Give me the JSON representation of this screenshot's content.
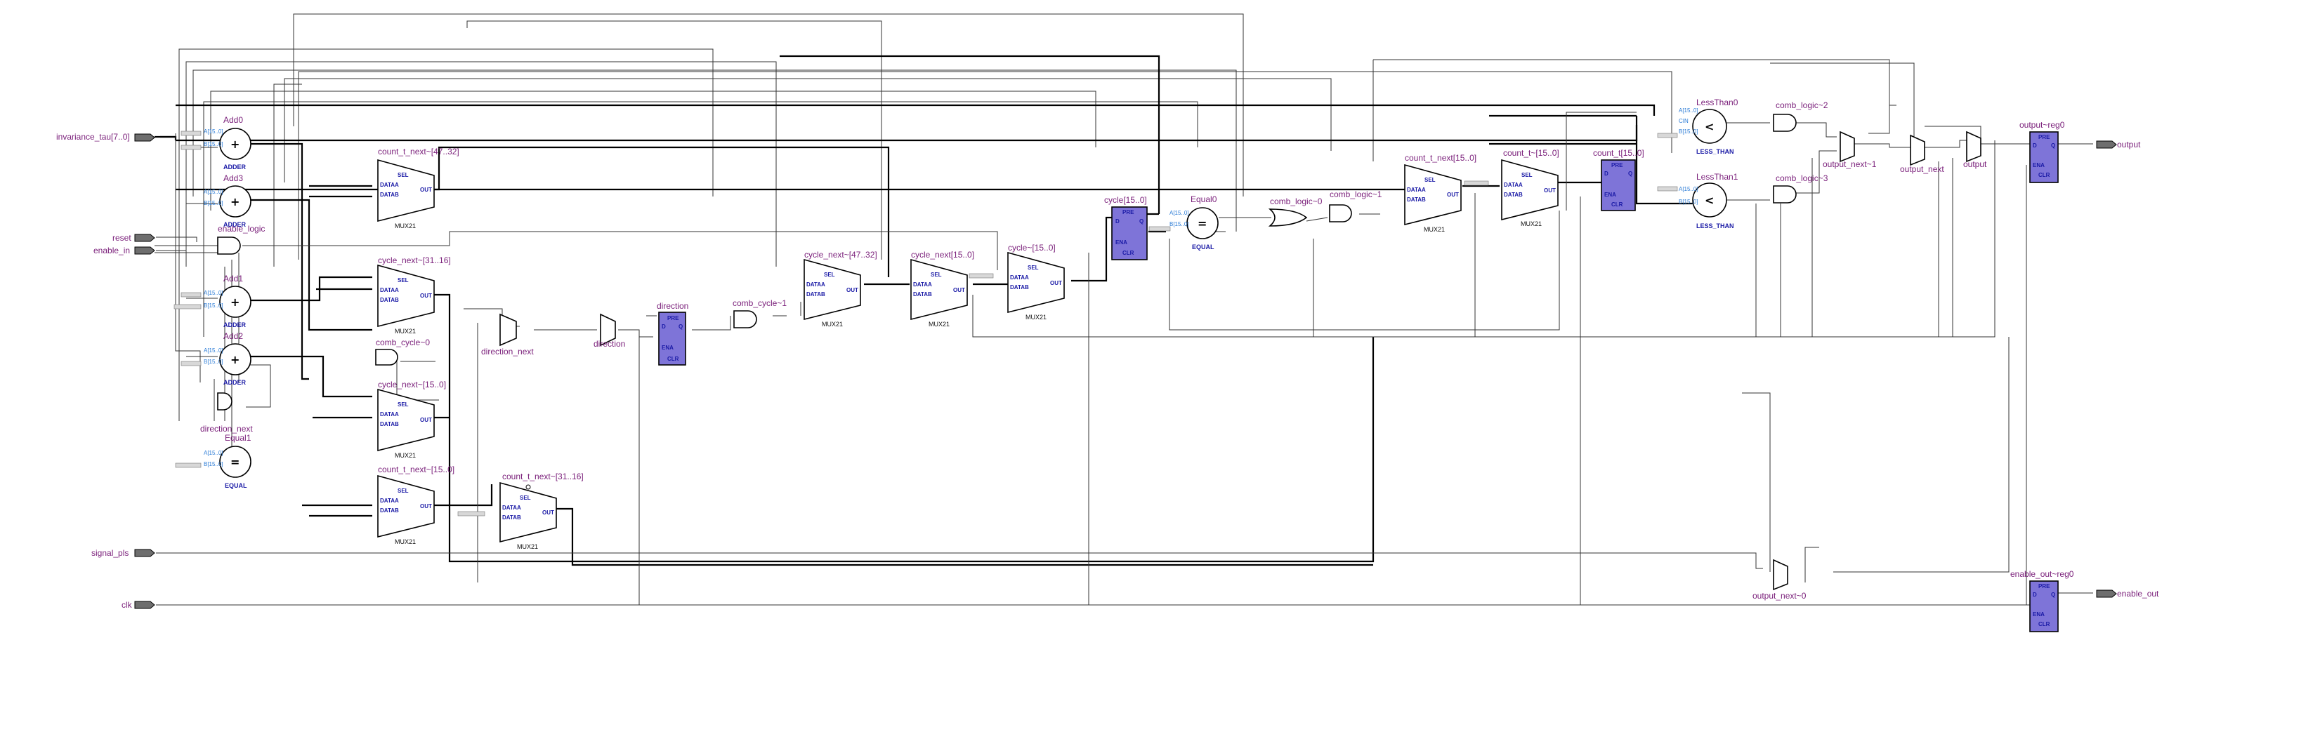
{
  "schematic": {
    "inputs": [
      "invariance_tau[7..0]",
      "reset",
      "enable_in",
      "signal_pls",
      "clk"
    ],
    "outputs": [
      "output",
      "enable_out"
    ],
    "adders": [
      {
        "name": "Add0",
        "type": "ADDER"
      },
      {
        "name": "Add3",
        "type": "ADDER"
      },
      {
        "name": "Add1",
        "type": "ADDER"
      },
      {
        "name": "Add2",
        "type": "ADDER"
      }
    ],
    "equals": [
      {
        "name": "Equal1",
        "type": "EQUAL"
      },
      {
        "name": "Equal0",
        "type": "EQUAL"
      }
    ],
    "less_than": [
      {
        "name": "LessThan0",
        "type": "LESS_THAN"
      },
      {
        "name": "LessThan1",
        "type": "LESS_THAN"
      }
    ],
    "muxes": [
      {
        "name": "count_t_next~[47..32]",
        "type": "MUX21"
      },
      {
        "name": "cycle_next~[31..16]",
        "type": "MUX21"
      },
      {
        "name": "cycle_next~[15..0]",
        "type": "MUX21"
      },
      {
        "name": "count_t_next~[15..0]",
        "type": "MUX21"
      },
      {
        "name": "count_t_next~[31..16]",
        "type": "MUX21"
      },
      {
        "name": "cycle_next~[47..32]",
        "type": "MUX21"
      },
      {
        "name": "cycle_next[15..0]",
        "type": "MUX21"
      },
      {
        "name": "cycle~[15..0]",
        "type": "MUX21"
      },
      {
        "name": "count_t_next[15..0]",
        "type": "MUX21"
      },
      {
        "name": "count_t~[15..0]",
        "type": "MUX21"
      }
    ],
    "registers": [
      {
        "name": "direction",
        "type": "PRE D Q ENA CLR"
      },
      {
        "name": "cycle[15..0]",
        "type": "PRE D Q ENA CLR"
      },
      {
        "name": "count_t[15..0]",
        "type": "PRE D Q ENA CLR"
      },
      {
        "name": "output~reg0",
        "type": "PRE D Q ENA CLR"
      },
      {
        "name": "enable_out~reg0",
        "type": "PRE D Q ENA CLR"
      }
    ],
    "gates": [
      "enable_logic",
      "comb_cycle~0",
      "direction_next",
      "comb_cycle~1",
      "comb_logic~0",
      "comb_logic~1",
      "comb_logic~2",
      "comb_logic~3"
    ],
    "small_muxes": [
      "direction_next",
      "direction",
      "output_next~1",
      "output_next",
      "output",
      "output_next~0"
    ],
    "pin_labels": {
      "sel": "SEL",
      "dataa": "DATAA",
      "datab": "DATAB",
      "out": "OUT",
      "pre": "PRE",
      "d": "D",
      "q": "Q",
      "ena": "ENA",
      "clr": "CLR",
      "a": "A[15..0]",
      "b": "B[15..0]",
      "cin": "CIN"
    }
  }
}
